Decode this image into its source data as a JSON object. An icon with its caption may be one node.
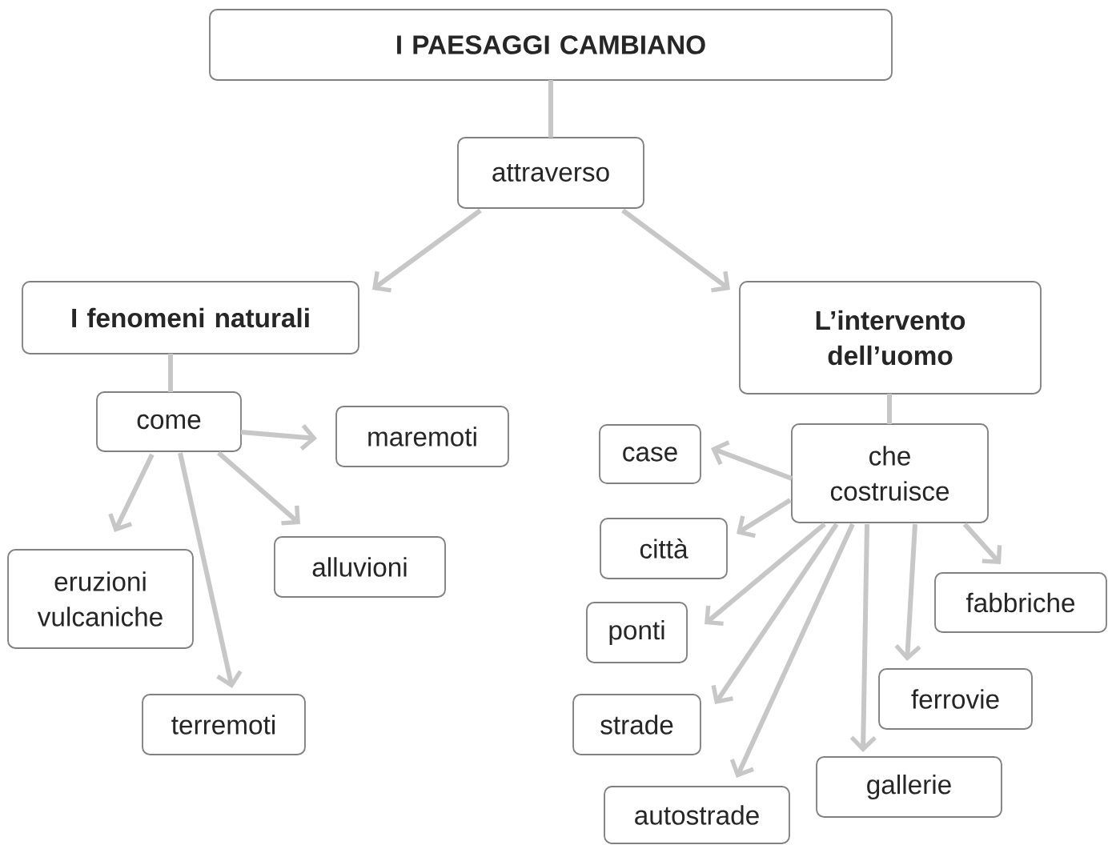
{
  "diagram": {
    "nodes": [
      {
        "text": [
          "I PAESAGGI CAMBIANO"
        ]
      },
      {
        "text": [
          "attraverso"
        ]
      },
      {
        "text": [
          "I fenomeni naturali"
        ]
      },
      {
        "text": [
          "L’intervento dell’uomo"
        ]
      },
      {
        "text": [
          "come"
        ]
      },
      {
        "text": [
          "maremoti"
        ]
      },
      {
        "text": [
          "eruzioni vulcaniche"
        ]
      },
      {
        "text": [
          "alluvioni"
        ]
      },
      {
        "text": [
          "terremoti"
        ]
      },
      {
        "text": [
          "che costruisce"
        ]
      },
      {
        "text": [
          "case"
        ]
      },
      {
        "text": [
          "città"
        ]
      },
      {
        "text": [
          "ponti"
        ]
      },
      {
        "text": [
          "fabbriche"
        ]
      },
      {
        "text": [
          "strade"
        ]
      },
      {
        "text": [
          "ferrovie"
        ]
      },
      {
        "text": [
          "gallerie"
        ]
      },
      {
        "text": [
          "autostrade"
        ]
      }
    ],
    "edges": [
      {
        "from": 0,
        "to": 1,
        "arrow": "none"
      },
      {
        "from": 1,
        "to": 2,
        "arrow": "to"
      },
      {
        "from": 1,
        "to": 3,
        "arrow": "to"
      },
      {
        "from": 2,
        "to": 4,
        "arrow": "none"
      },
      {
        "from": 4,
        "to": 5,
        "arrow": "to"
      },
      {
        "from": 4,
        "to": 6,
        "arrow": "to"
      },
      {
        "from": 4,
        "to": 8,
        "arrow": "to"
      },
      {
        "from": 4,
        "to": 7,
        "arrow": "to"
      },
      {
        "from": 3,
        "to": 9,
        "arrow": "none"
      },
      {
        "from": 9,
        "to": 10,
        "arrow": "to"
      },
      {
        "from": 9,
        "to": 11,
        "arrow": "to"
      },
      {
        "from": 9,
        "to": 12,
        "arrow": "to"
      },
      {
        "from": 9,
        "to": 14,
        "arrow": "to"
      },
      {
        "from": 9,
        "to": 17,
        "arrow": "to"
      },
      {
        "from": 9,
        "to": 16,
        "arrow": "to"
      },
      {
        "from": 9,
        "to": 15,
        "arrow": "to"
      },
      {
        "from": 9,
        "to": 13,
        "arrow": "to"
      }
    ]
  }
}
